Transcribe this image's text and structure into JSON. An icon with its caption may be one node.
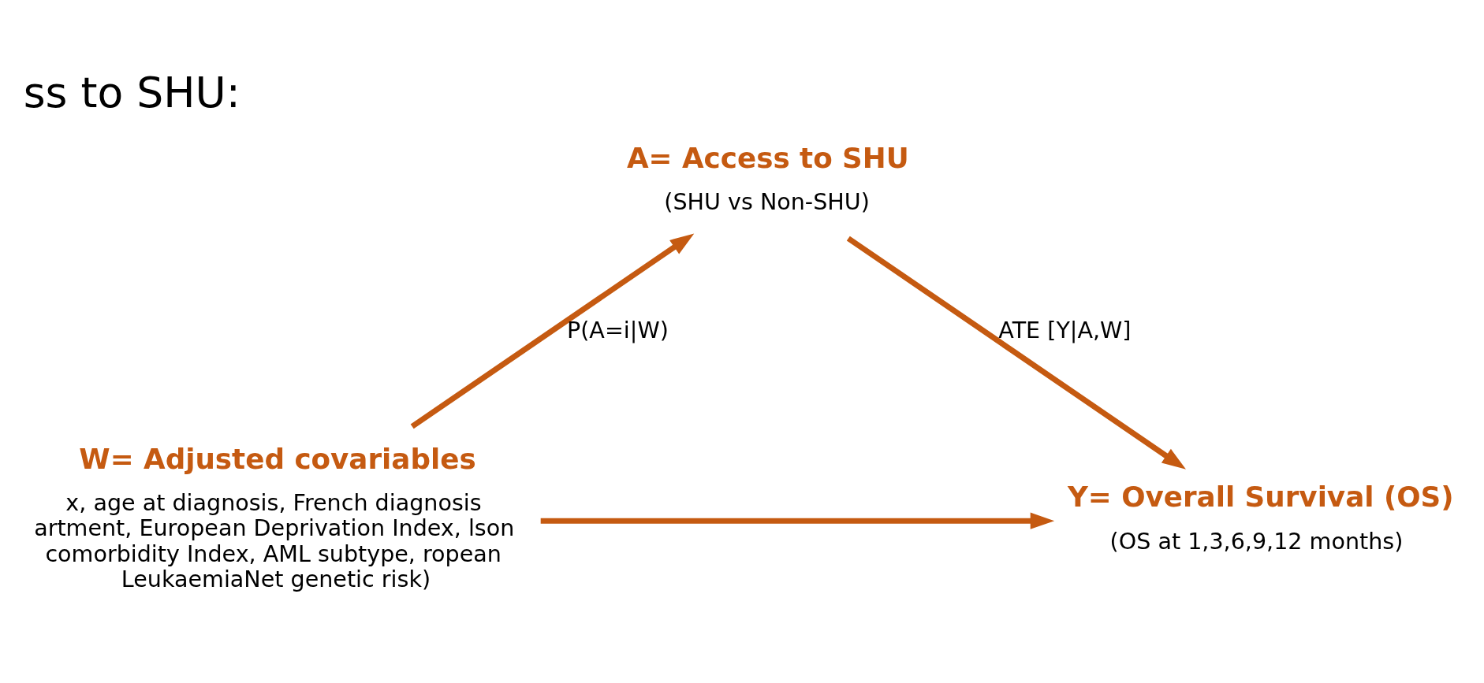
{
  "diagram": {
    "title": "ss to SHU:",
    "nodes": [
      {
        "text": [
          "A= Access to SHU",
          "(SHU vs Non-SHU)"
        ]
      },
      {
        "text": [
          "W= Adjusted covariables",
          "x, age at diagnosis, French diagnosis artment, European Deprivation Index, lson comorbidity Index, AML subtype, ropean LeukaemiaNet genetic risk)"
        ]
      },
      {
        "text": [
          "Y= Overall Survival (OS)",
          "(OS at 1,3,6,9,12 months)"
        ]
      }
    ],
    "edges": [
      {
        "from": 1,
        "to": 0,
        "arrow": "to",
        "label": "P(A=i|W)"
      },
      {
        "from": 0,
        "to": 2,
        "arrow": "to",
        "label": "ATE [Y|A,W]"
      },
      {
        "from": 1,
        "to": 2,
        "arrow": "to"
      }
    ]
  }
}
